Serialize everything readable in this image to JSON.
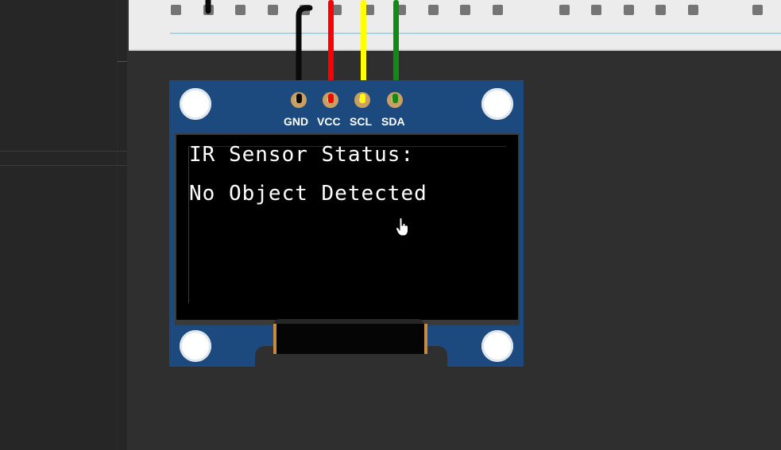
{
  "oled": {
    "pins": [
      {
        "label": "GND",
        "wire_color": "#0a0a0a"
      },
      {
        "label": "VCC",
        "wire_color": "#ff0000"
      },
      {
        "label": "SCL",
        "wire_color": "#ffff00"
      },
      {
        "label": "SDA",
        "wire_color": "#138a13"
      }
    ],
    "screen_lines": [
      "IR Sensor Status:",
      "No Object Detected"
    ],
    "pcb_color": "#1c4a7f"
  },
  "cursor_icon": "hand-pointer-icon",
  "colors": {
    "workspace": "#2f2f2f",
    "panel": "#262626",
    "breadboard": "#ececec"
  }
}
